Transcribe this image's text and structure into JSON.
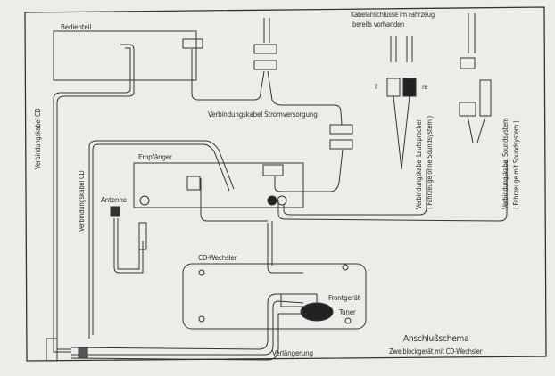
{
  "diagram": {
    "title": "Anschlußschema",
    "subtitle": "Zweiblockgerät mit CD-Wechsler",
    "components": {
      "control_panel": "Bedienteil",
      "receiver": "Empfänger",
      "antenna": "Antenne",
      "cd_changer": "CD-Wechsler",
      "front_unit": "Frontgerät",
      "tuner": "Tuner"
    },
    "cables": {
      "power_cable": "Verbindungskabel Stromversorgung",
      "cd_cable_outer": "Verbindungskabel CD",
      "cd_cable_inner": "Verbindungskabel CD",
      "speaker_cable_line1": "Verbindungskabel Lautsprecher",
      "speaker_cable_line2": "( Fahrzeuge ohne Soundsystem )",
      "sound_cable_line1": "Verbindungskabel Soundsystem",
      "sound_cable_line2": "( Fahrzeuge mit Soundsystem )",
      "extension": "Verlängerung"
    },
    "notes": {
      "existing_line1": "Kabelanschlüsse im Fahrzeug",
      "existing_line2": "bereits vorhanden",
      "left": "li",
      "right": "re"
    }
  }
}
